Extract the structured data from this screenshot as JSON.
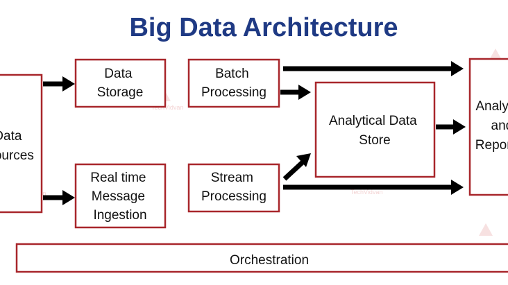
{
  "title": "Big Data Architecture",
  "nodes": {
    "data_sources": [
      "Data",
      "Sources"
    ],
    "data_storage": [
      "Data",
      "Storage"
    ],
    "batch_processing": [
      "Batch",
      "Processing"
    ],
    "analytical_data_store": [
      "Analytical Data",
      "Store"
    ],
    "analytics_reporting": [
      "Analytics",
      "and",
      "Reporting"
    ],
    "message_ingestion": [
      "Real time",
      "Message",
      "Ingestion"
    ],
    "stream_processing": [
      "Stream",
      "Processing"
    ],
    "orchestration": "Orchestration"
  },
  "watermark": "TechVidvan",
  "colors": {
    "title": "#1f3a84",
    "box_border": "#a8262b",
    "arrow": "#000000"
  }
}
